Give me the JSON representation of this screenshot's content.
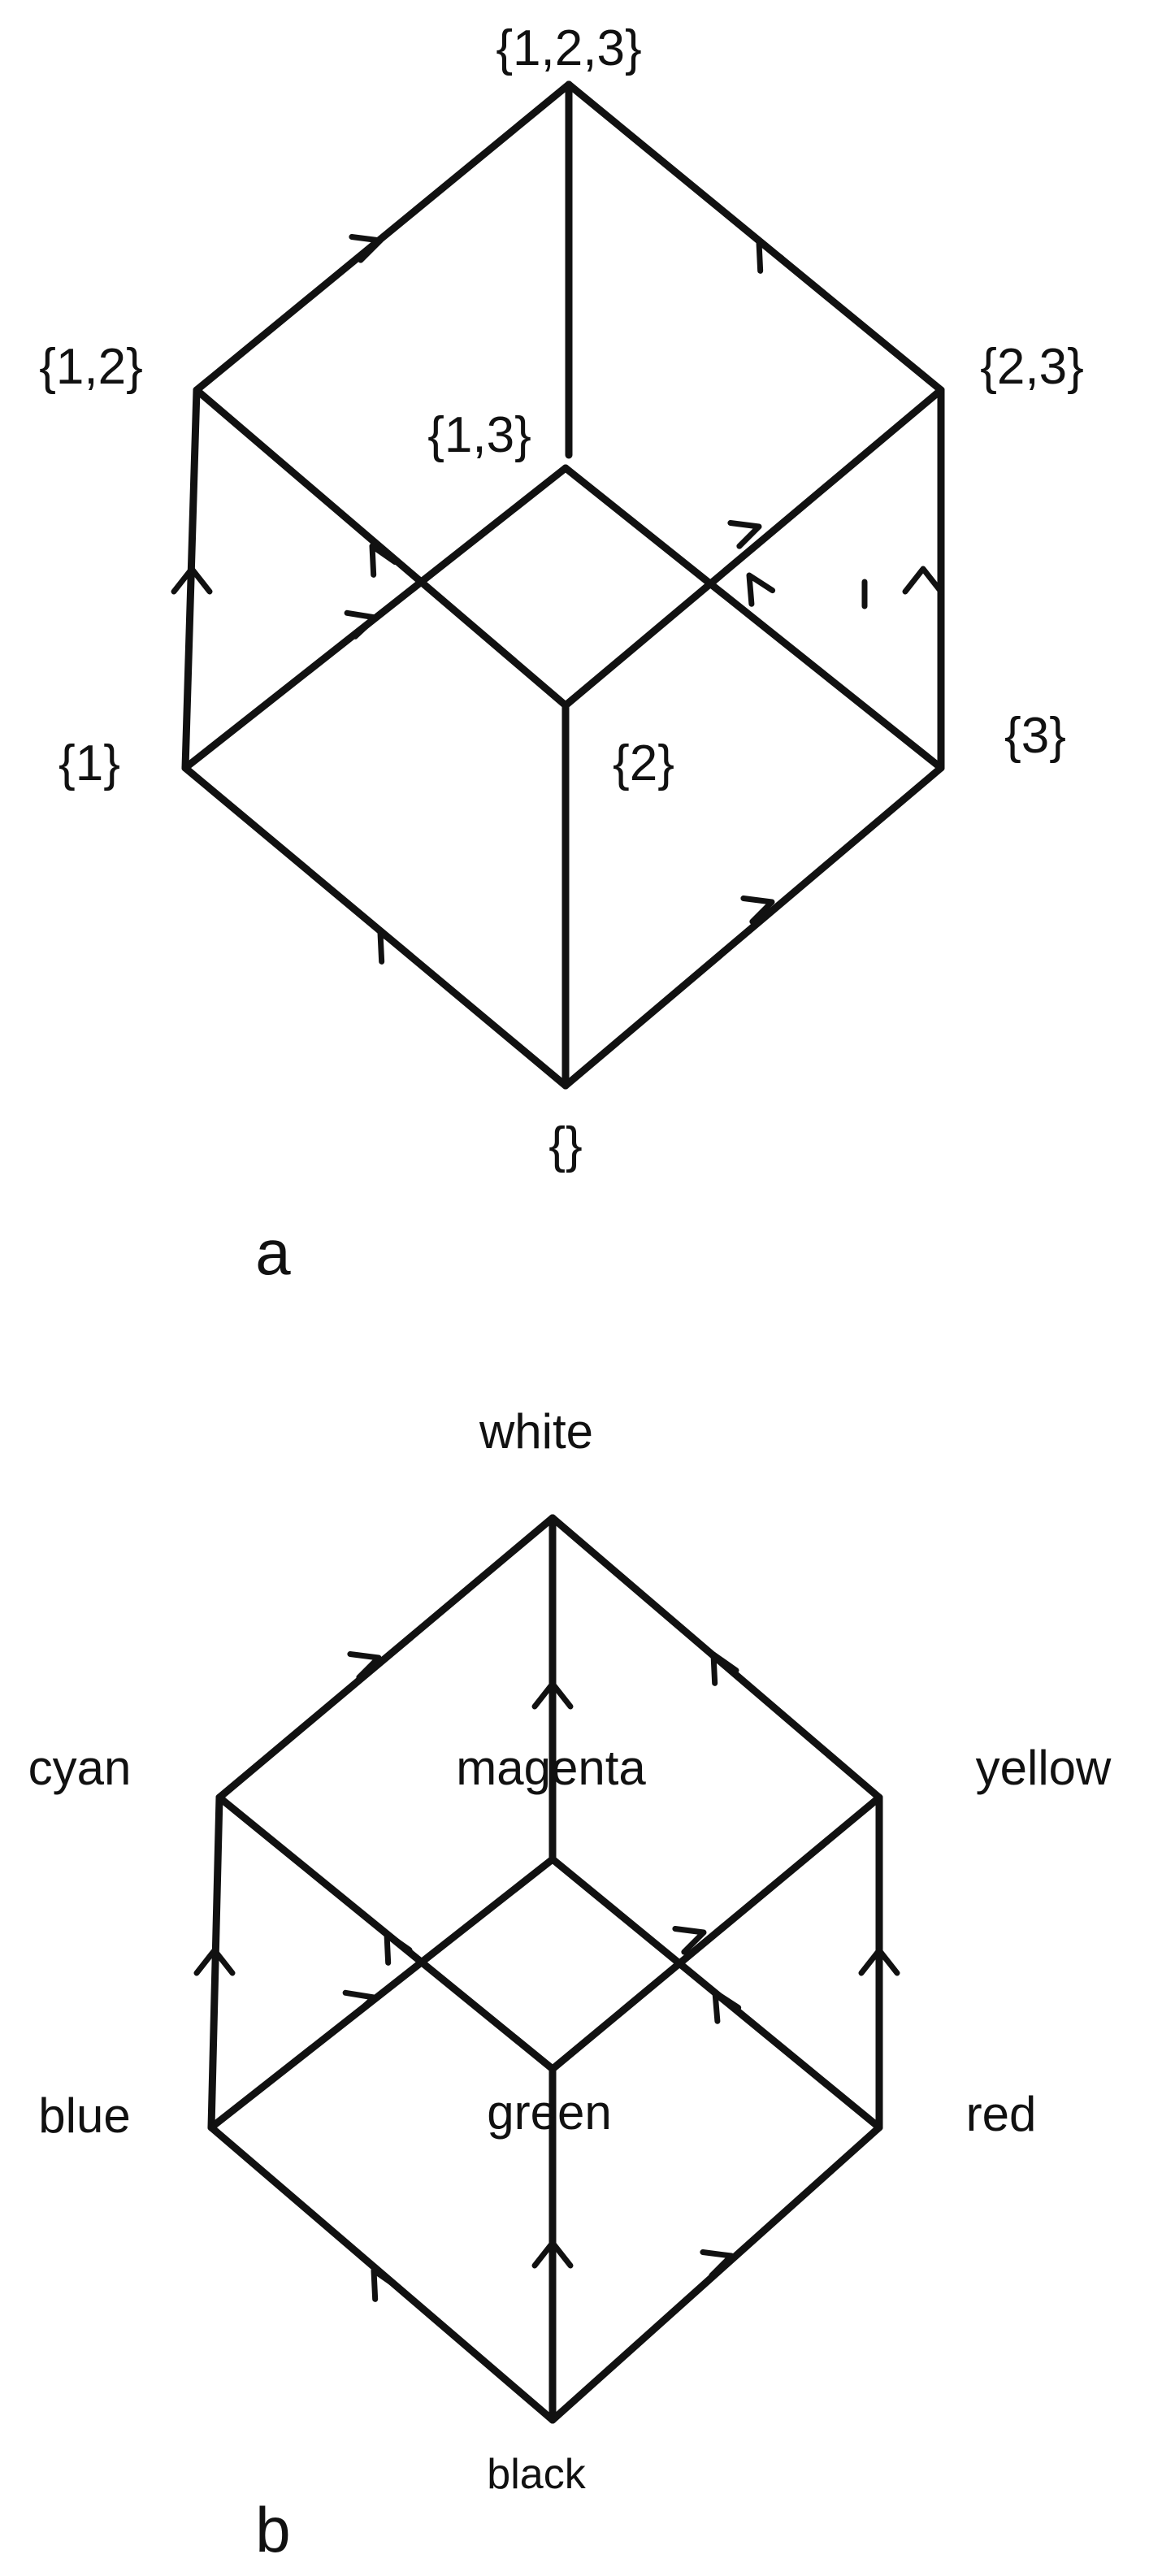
{
  "panels": [
    {
      "id": "a",
      "caption": "a",
      "labels": {
        "top": "{1,2,3}",
        "upper_left": "{1,2}",
        "upper_right": "{2,3}",
        "center_upper": "{1,3}",
        "left": "{1}",
        "center_lower": "{2}",
        "right": "{3}",
        "bottom": "{}"
      }
    },
    {
      "id": "b",
      "caption": "b",
      "labels": {
        "top": "white",
        "upper_left": "cyan",
        "upper_right": "yellow",
        "center_upper": "magenta",
        "left": "blue",
        "center_lower": "green",
        "right": "red",
        "bottom": "black"
      }
    }
  ]
}
